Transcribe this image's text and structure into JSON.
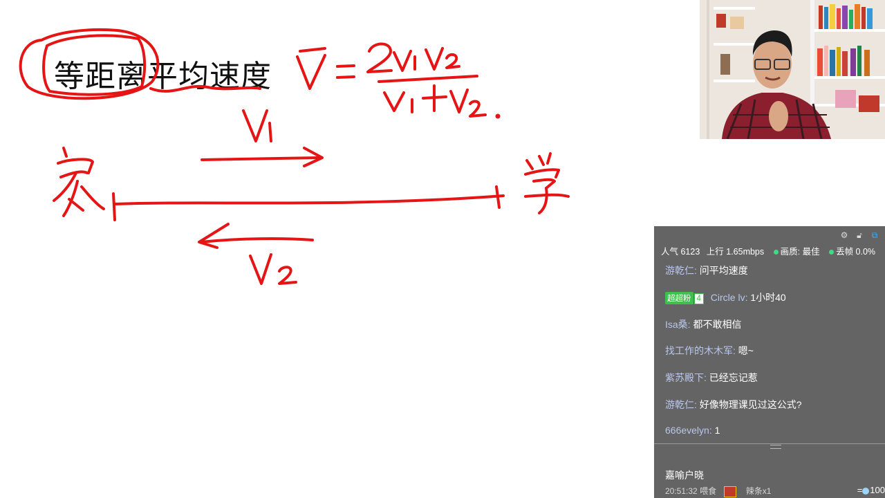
{
  "whiteboard": {
    "title": "等距离平均速度",
    "labels": {
      "home": "家",
      "school": "学",
      "v1": "V1",
      "v2": "V2",
      "formula": "v = 2v1v2 / (v1+v2)"
    }
  },
  "colors": {
    "ink": "#e51515",
    "chat_bg": "#5c5c5c",
    "username": "#b9c7ec",
    "badge": "#3fbf4d",
    "status_dot": "#3ddc84"
  },
  "chat": {
    "stats": {
      "popularity": "人气 6123",
      "upload": "上行 1.65mbps",
      "quality": "画质: 最佳",
      "frame_drop": "丢帧 0.0%"
    },
    "messages": [
      {
        "user": "游乾仁:",
        "text": "问平均速度"
      },
      {
        "badge": "超超粉",
        "level": "4",
        "user": "Circle lv:",
        "text": "1小时40"
      },
      {
        "user": "Isa桑:",
        "text": "都不敢相信"
      },
      {
        "user": "找工作的木木军:",
        "text": "嗯~"
      },
      {
        "user": "紫苏殿下:",
        "text": "已经忘记惹"
      },
      {
        "user": "游乾仁:",
        "text": "好像物理课见过这公式?"
      },
      {
        "user": "666evelyn:",
        "text": "1"
      }
    ],
    "gift": {
      "user": "嘉喻户晓",
      "time": "20:51:32",
      "action": "喂食",
      "item": "辣条x1",
      "coins": "100"
    },
    "tool_icons": [
      "settings-icon",
      "lock-icon",
      "popout-icon"
    ]
  }
}
